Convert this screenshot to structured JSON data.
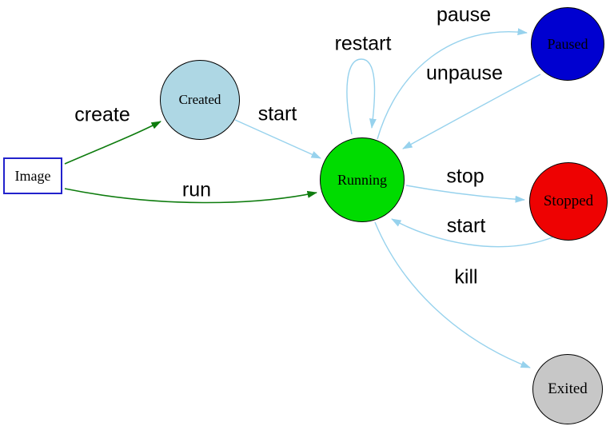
{
  "nodes": {
    "image": {
      "label": "Image",
      "shape": "rectangle",
      "fill": "#ffffff",
      "border": "#2222cc"
    },
    "created": {
      "label": "Created",
      "shape": "circle",
      "fill": "#aed7e4",
      "border": "#000000"
    },
    "running": {
      "label": "Running",
      "shape": "circle",
      "fill": "#00dc00",
      "border": "#000000"
    },
    "paused": {
      "label": "Paused",
      "shape": "circle",
      "fill": "#0000d0",
      "border": "#000000"
    },
    "stopped": {
      "label": "Stopped",
      "shape": "circle",
      "fill": "#ee0202",
      "border": "#000000"
    },
    "exited": {
      "label": "Exited",
      "shape": "circle",
      "fill": "#c7c7c7",
      "border": "#000000"
    }
  },
  "edges": {
    "create": {
      "label": "create",
      "from": "image",
      "to": "created",
      "color": "#0e7c0e"
    },
    "run": {
      "label": "run",
      "from": "image",
      "to": "running",
      "color": "#0e7c0e"
    },
    "start_created": {
      "label": "start",
      "from": "created",
      "to": "running",
      "color": "#97d2ed"
    },
    "restart": {
      "label": "restart",
      "from": "running",
      "to": "running",
      "color": "#97d2ed"
    },
    "pause": {
      "label": "pause",
      "from": "running",
      "to": "paused",
      "color": "#97d2ed"
    },
    "unpause": {
      "label": "unpause",
      "from": "paused",
      "to": "running",
      "color": "#97d2ed"
    },
    "stop": {
      "label": "stop",
      "from": "running",
      "to": "stopped",
      "color": "#97d2ed"
    },
    "start_stopped": {
      "label": "start",
      "from": "stopped",
      "to": "running",
      "color": "#97d2ed"
    },
    "kill": {
      "label": "kill",
      "from": "running",
      "to": "exited",
      "color": "#97d2ed"
    }
  },
  "colors": {
    "edge_blue": "#97d2ed",
    "edge_green": "#0e7c0e",
    "background": "#ffffff"
  }
}
